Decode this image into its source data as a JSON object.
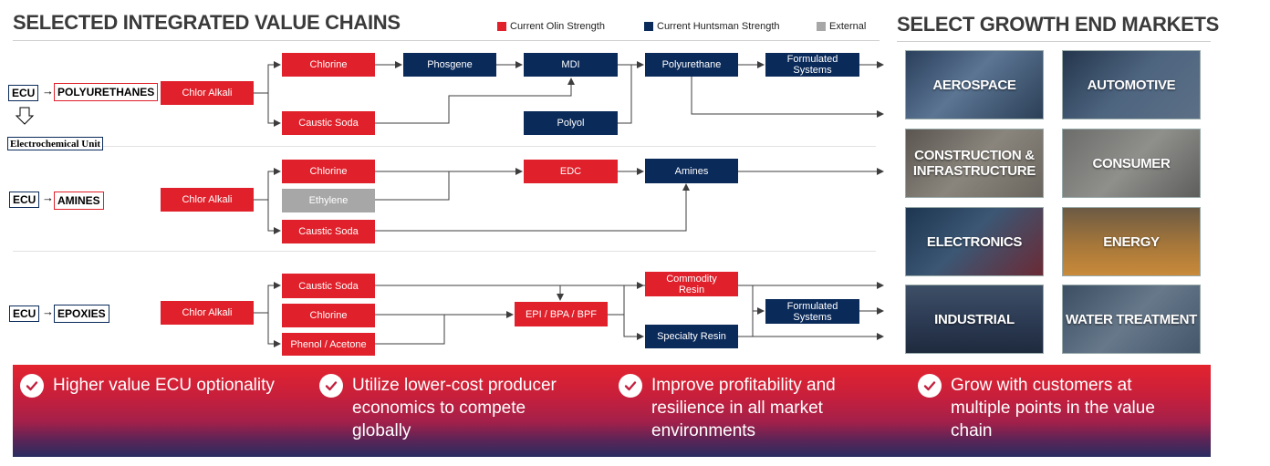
{
  "left_title": "SELECTED INTEGRATED VALUE CHAINS",
  "right_title": "SELECT GROWTH END MARKETS",
  "legend": [
    {
      "label": "Current Olin Strength",
      "color": "#e0202a"
    },
    {
      "label": "Current Huntsman Strength",
      "color": "#0a2a5a"
    },
    {
      "label": "External",
      "color": "#a7a7a7"
    }
  ],
  "chains": {
    "polyurethanes": {
      "ecu": "ECU",
      "product": "POLYURETHANES",
      "chlor_alkali": "Chlor Alkali",
      "chlorine": "Chlorine",
      "caustic_soda": "Caustic Soda",
      "phosgene": "Phosgene",
      "mdi": "MDI",
      "polyol": "Polyol",
      "polyurethane": "Polyurethane",
      "formulated": "Formulated Systems"
    },
    "electrochemical_unit": "Electrochemical Unit",
    "amines": {
      "ecu": "ECU",
      "product": "AMINES",
      "chlor_alkali": "Chlor Alkali",
      "chlorine": "Chlorine",
      "ethylene": "Ethylene",
      "caustic_soda": "Caustic Soda",
      "edc": "EDC",
      "amines": "Amines"
    },
    "epoxies": {
      "ecu": "ECU",
      "product": "EPOXIES",
      "chlor_alkali": "Chlor Alkali",
      "caustic_soda": "Caustic Soda",
      "chlorine": "Chlorine",
      "phenol": "Phenol / Acetone",
      "epi": "EPI / BPA / BPF",
      "commodity_resin": "Commodity Resin",
      "specialty_resin": "Specialty Resin",
      "formulated": "Formulated Systems"
    }
  },
  "markets": [
    {
      "label": "AEROSPACE",
      "icon": "aerospace"
    },
    {
      "label": "AUTOMOTIVE",
      "icon": "automotive"
    },
    {
      "label": "CONSTRUCTION & INFRASTRUCTURE",
      "icon": "construction"
    },
    {
      "label": "CONSUMER",
      "icon": "consumer"
    },
    {
      "label": "ELECTRONICS",
      "icon": "electronics"
    },
    {
      "label": "ENERGY",
      "icon": "energy"
    },
    {
      "label": "INDUSTRIAL",
      "icon": "industrial"
    },
    {
      "label": "WATER TREATMENT",
      "icon": "water"
    }
  ],
  "benefits": [
    "Higher value ECU optionality",
    "Utilize lower-cost producer economics to compete globally",
    "Improve profitability and resilience in all market environments",
    "Grow with customers at multiple points in the value chain"
  ]
}
